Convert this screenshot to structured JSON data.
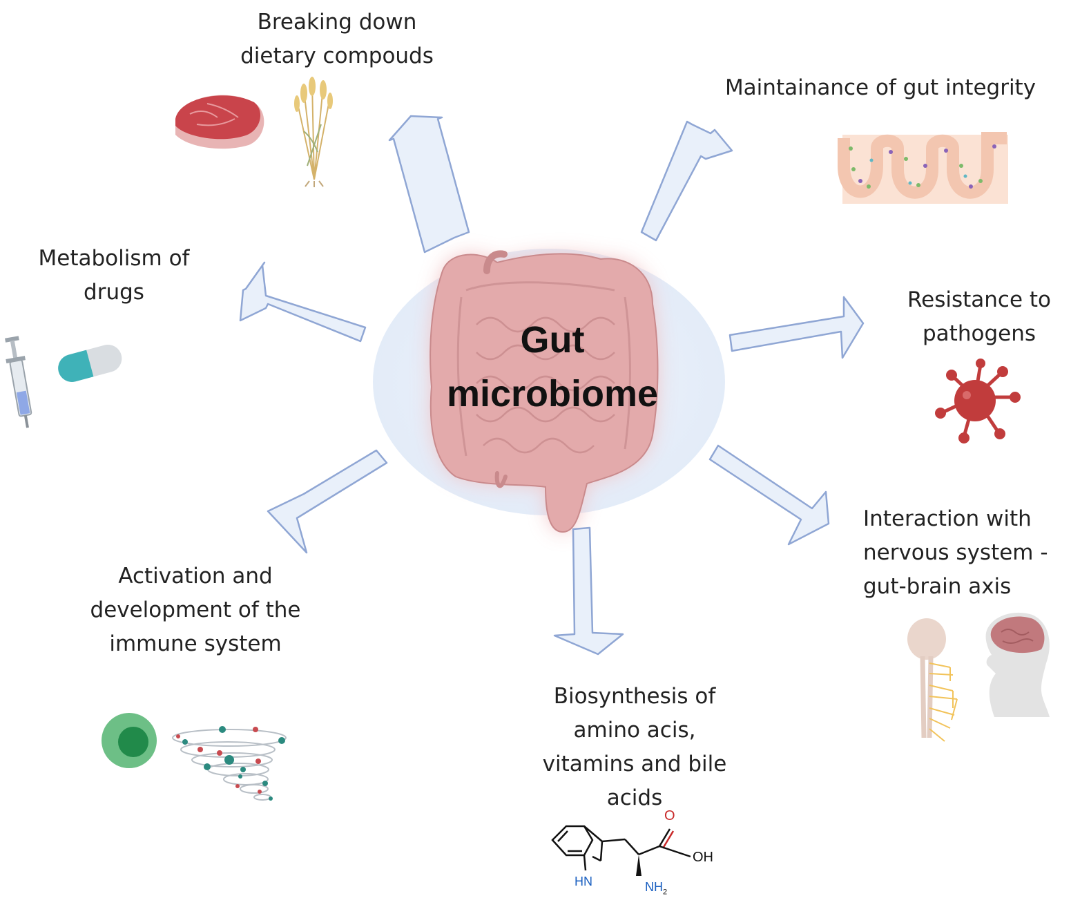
{
  "center": {
    "title": "Gut\nmicrobiome"
  },
  "labels": {
    "breaking_down": "Breaking down\ndietary compouds",
    "gut_integrity": "Maintainance of gut  integrity",
    "metabolism": "Metabolism of\ndrugs",
    "resistance": "Resistance to\npathogens",
    "immune": "Activation and\ndevelopment of the\nimmune system",
    "biosynthesis": "Biosynthesis  of\namino acis,\nvitamins and bile\nacids",
    "nervous": "Interaction with\nnervous system -\ngut-brain axis"
  },
  "molecule": {
    "o": "O",
    "oh": "OH",
    "hn": "HN",
    "nh2": "NH",
    "nh2_sub": "2"
  },
  "colors": {
    "arrow_fill": "#e9f0fa",
    "arrow_stroke": "#8fa6d4",
    "ellipse": "#e6eef9",
    "intestine": "#d99a9a",
    "intestine_glow": "#f3c4c6",
    "pathogen": "#c13c3c",
    "immune_cell": "#2f9a57",
    "meat": "#c9444b"
  },
  "icons": [
    "meat-icon",
    "wheat-icon",
    "villi-icon",
    "syringe-icon",
    "pill-icon",
    "pathogen-icon",
    "immune-cell-icon",
    "cytokine-storm-icon",
    "spinal-cord-icon",
    "head-brain-icon",
    "tryptophan-molecule-icon",
    "intestine-icon"
  ]
}
